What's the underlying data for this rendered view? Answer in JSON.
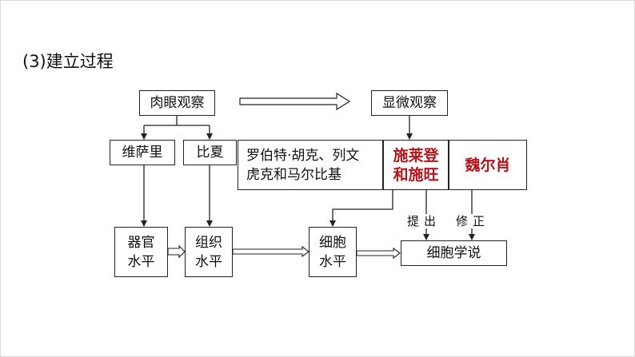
{
  "title": "(3)建立过程",
  "nodes": {
    "rouyan": "肉眼观察",
    "xianwei": "显微观察",
    "weisali": "维萨里",
    "bixia": "比夏",
    "hooke_line1": "罗伯特·胡克、列文",
    "hooke_line2": "虎克和马尔比基",
    "schleiden_line1": "施莱登",
    "schleiden_line2": "和施旺",
    "virchow": "魏尔肖",
    "organ_line1": "器官",
    "organ_line2": "水平",
    "tissue_line1": "组织",
    "tissue_line2": "水平",
    "cell_line1": "细胞",
    "cell_line2": "水平",
    "theory": "细胞学说"
  },
  "edge_labels": {
    "propose": "提出",
    "revise": "修正"
  },
  "colors": {
    "highlight": "#b5141b",
    "line": "#222222"
  }
}
